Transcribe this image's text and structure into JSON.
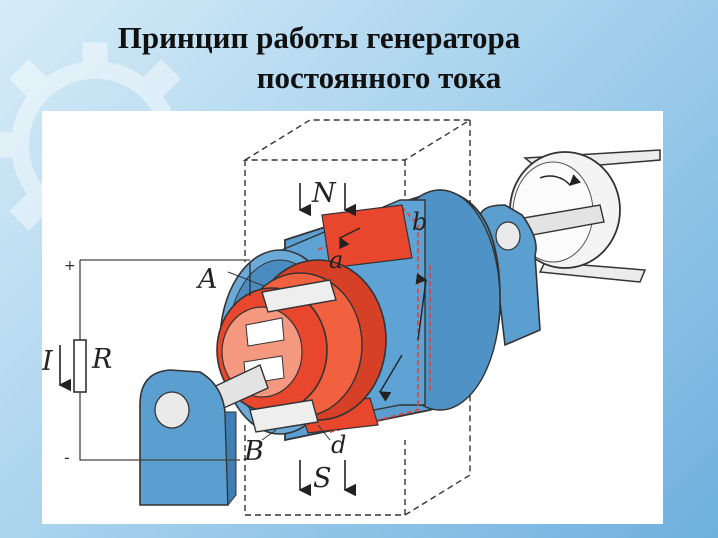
{
  "title": {
    "line1": "Принцип работы генератора",
    "line2": "постоянного тока"
  },
  "labels": {
    "north": "N",
    "south": "S",
    "a_upper": "a",
    "b": "b",
    "d": "d",
    "brush_a": "A",
    "brush_b": "B",
    "current": "I",
    "resistor": "R",
    "plus": "+",
    "minus": "-"
  },
  "colors": {
    "stator_blue": "#5b9fd0",
    "stator_dark": "#3f7fb3",
    "rotor_red": "#e8472e",
    "rotor_light": "#f59880",
    "shaft": "#e3e3e3",
    "bg": "#9ccbea"
  }
}
